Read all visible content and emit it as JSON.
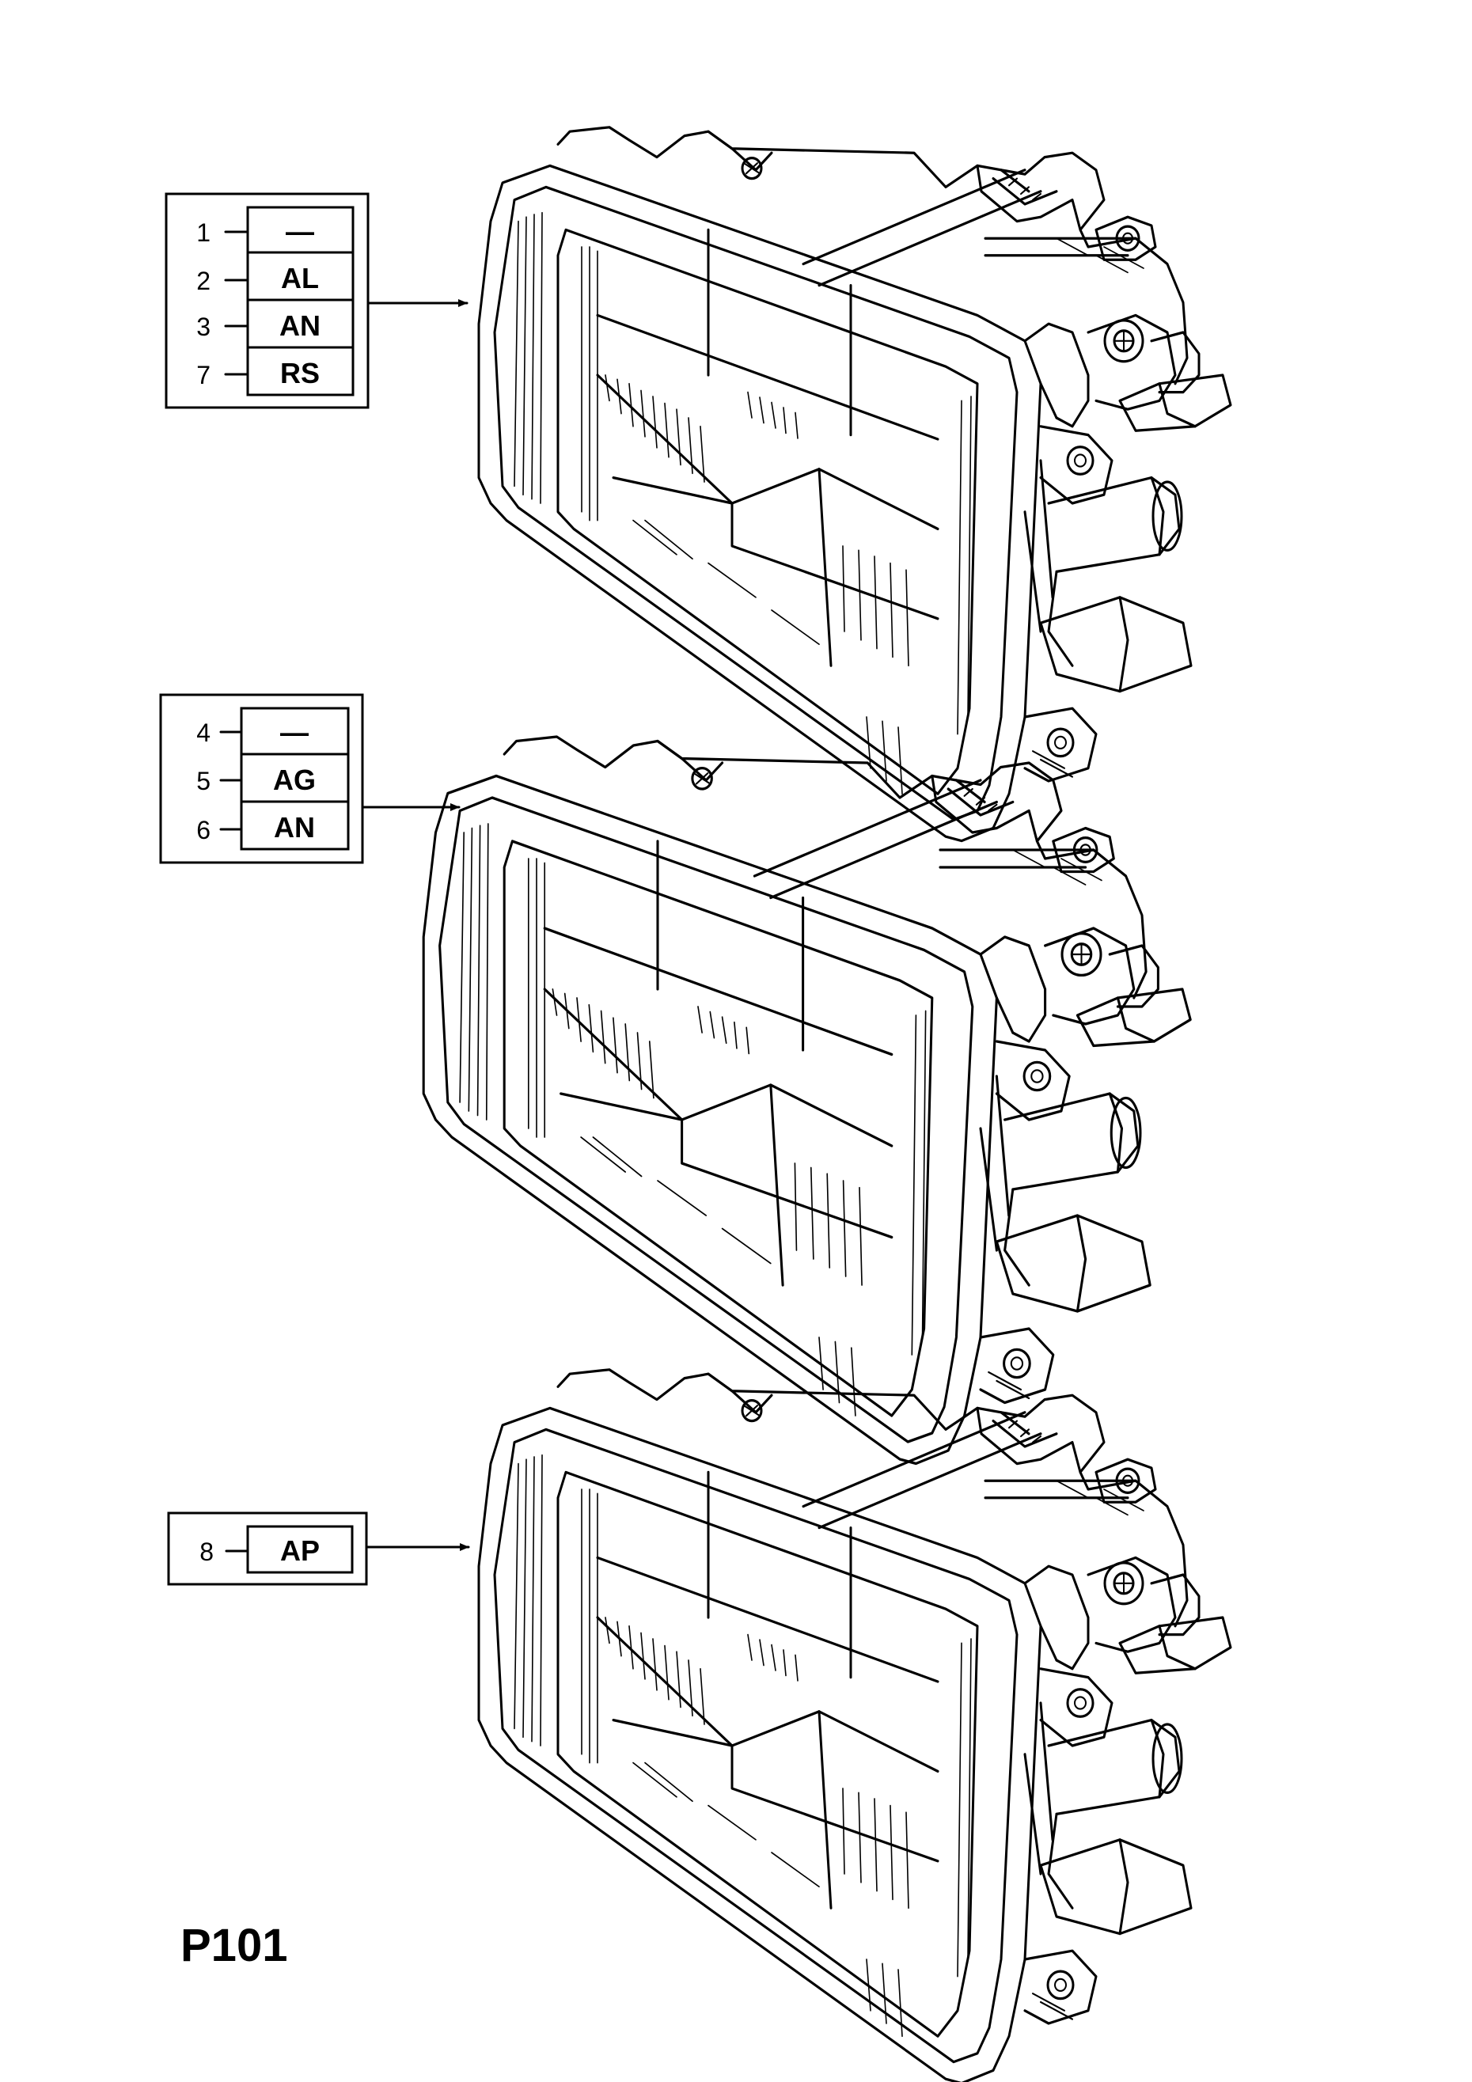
{
  "diagram": {
    "reference": "P101",
    "groups": [
      {
        "items": [
          {
            "number": "1",
            "code": "—"
          },
          {
            "number": "2",
            "code": "AL"
          },
          {
            "number": "3",
            "code": "AN"
          },
          {
            "number": "7",
            "code": "RS"
          }
        ]
      },
      {
        "items": [
          {
            "number": "4",
            "code": "—"
          },
          {
            "number": "5",
            "code": "AG"
          },
          {
            "number": "6",
            "code": "AN"
          }
        ]
      },
      {
        "items": [
          {
            "number": "8",
            "code": "AP"
          }
        ]
      }
    ],
    "illustrations": [
      {
        "name": "headlamp-assembly-icon"
      },
      {
        "name": "headlamp-assembly-icon"
      },
      {
        "name": "headlamp-assembly-icon"
      }
    ]
  }
}
